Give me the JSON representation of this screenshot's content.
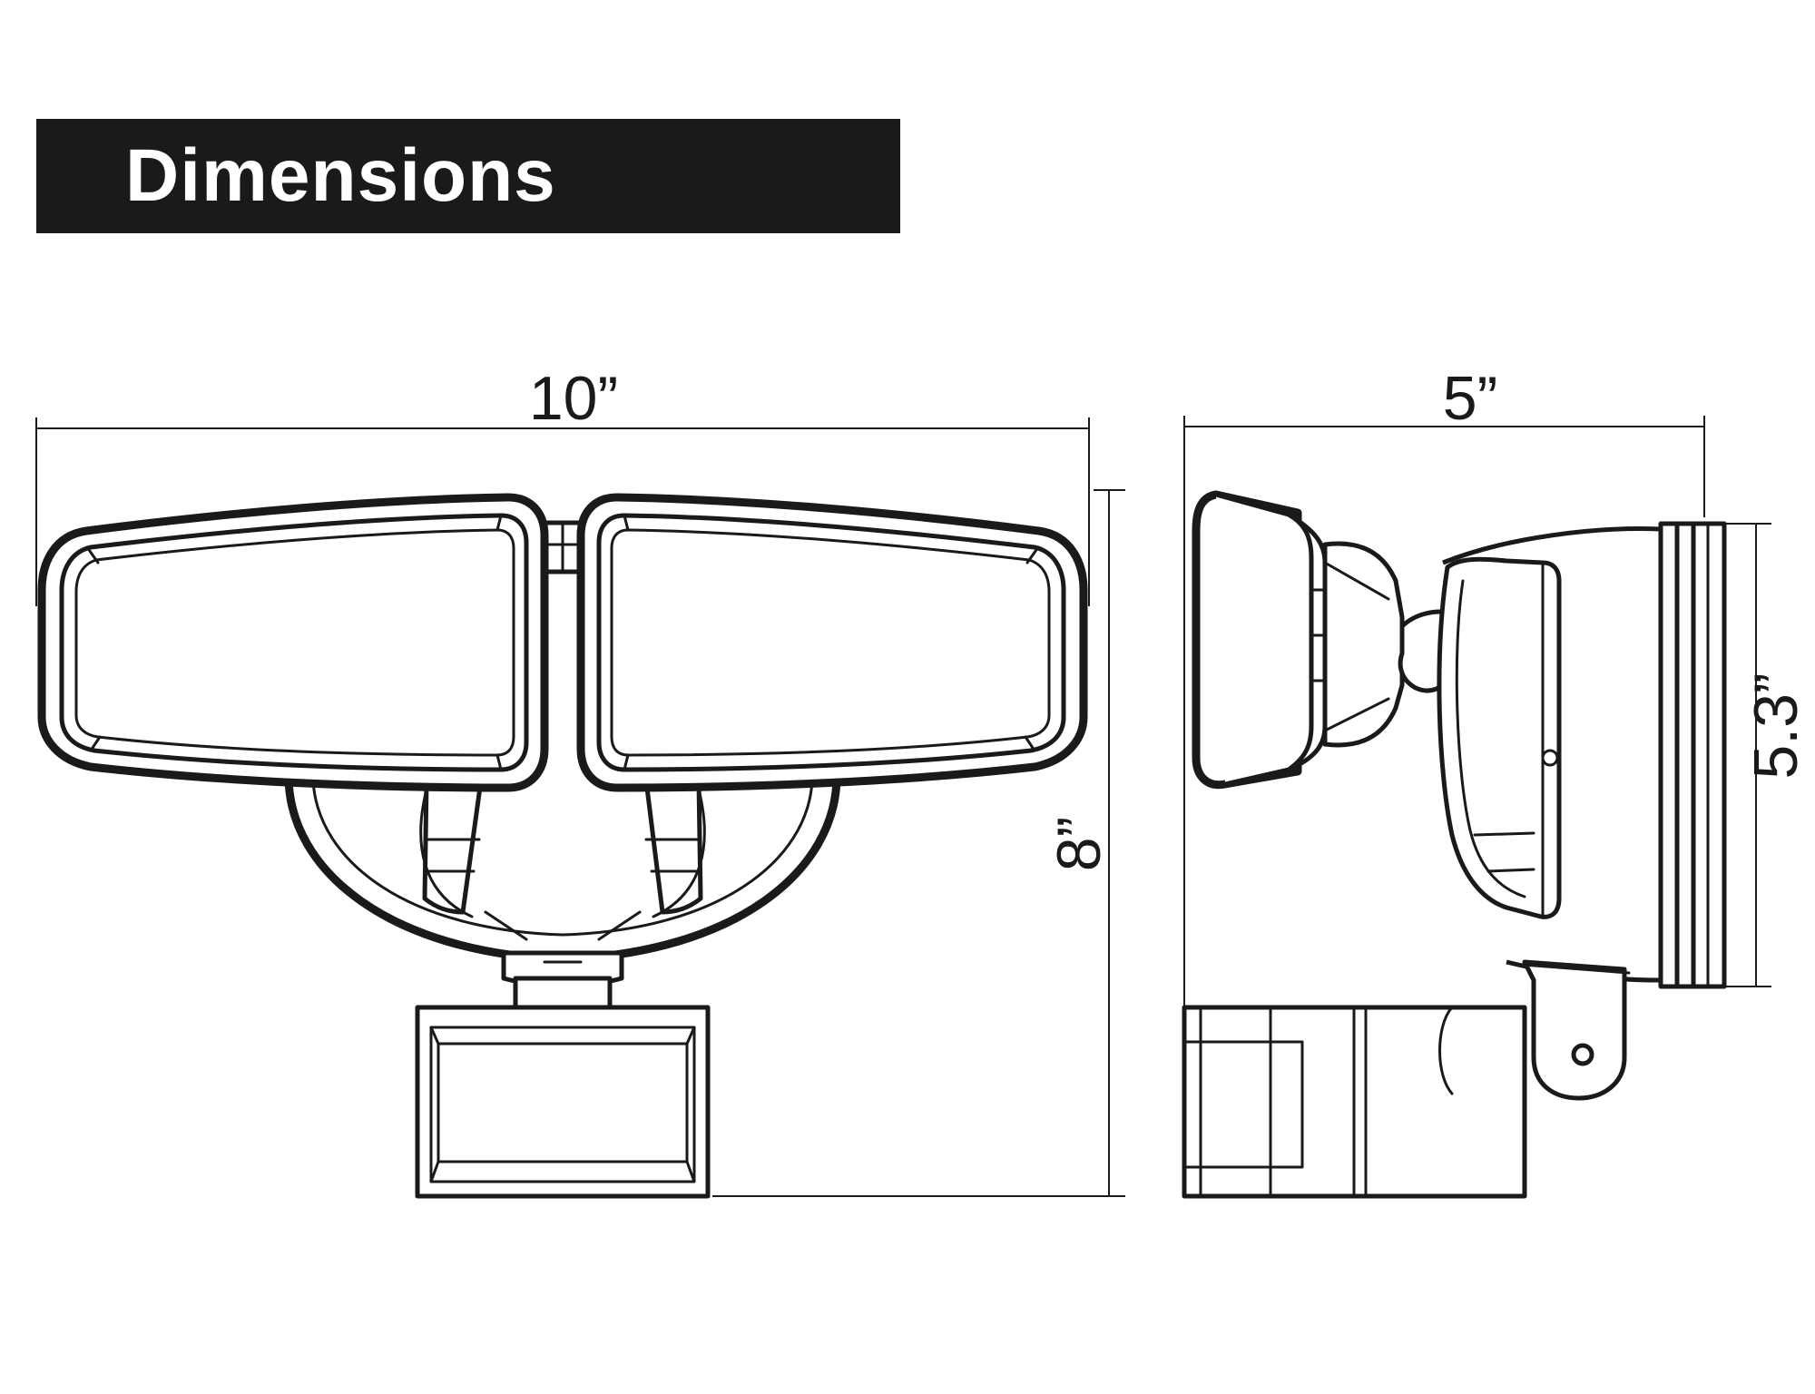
{
  "header": {
    "title": "Dimensions"
  },
  "front_view": {
    "width_label": "10”",
    "height_label": "8”"
  },
  "side_view": {
    "depth_label": "5”",
    "height_label": "5.3”"
  },
  "colors": {
    "ink": "#1a1a1a",
    "background": "#ffffff",
    "title_bar": "#1a1a1a",
    "title_text": "#ffffff"
  }
}
